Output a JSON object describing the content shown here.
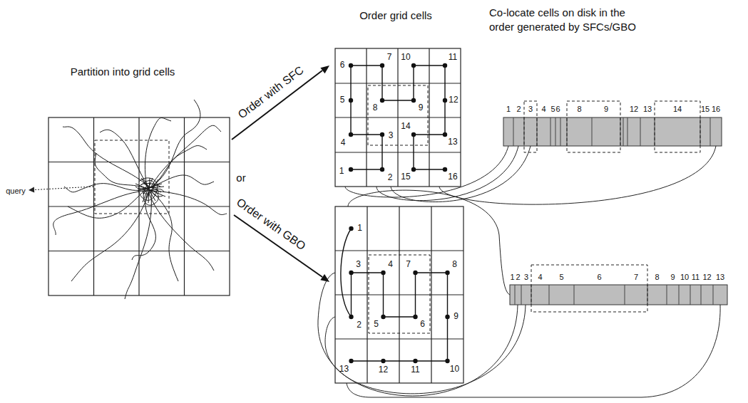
{
  "diagram": {
    "labels": [
      "Order grid cells",
      "Co-locate cells on disk in the order generated by SFCs/GBO",
      "Partition into grid cells",
      "query",
      "Order with SFC",
      "or",
      "Order with GBO",
      "1",
      "2",
      "3",
      "4",
      "5",
      "6",
      "7",
      "8",
      "9",
      "10",
      "11",
      "12",
      "13",
      "14",
      "15",
      "16",
      "1",
      "2",
      "3",
      "4",
      "5",
      "6",
      "8",
      "9",
      "12",
      "13",
      "14",
      "15",
      "16",
      "1",
      "2",
      "3",
      "4",
      "5",
      "6",
      "7",
      "8",
      "9",
      "10",
      "11",
      "12",
      "13",
      "1",
      "2",
      "3",
      "4",
      "5",
      "6",
      "7",
      "8",
      "9",
      "10",
      "11",
      "12",
      "13"
    ]
  }
}
